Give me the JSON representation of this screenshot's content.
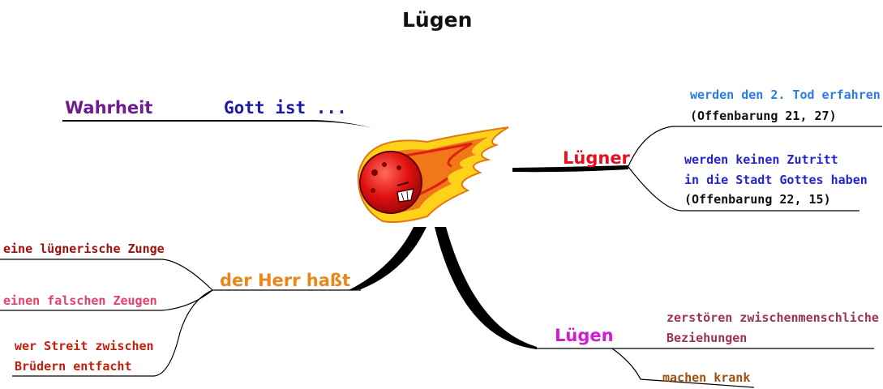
{
  "title": "Lügen",
  "colors": {
    "title": "#111111",
    "wahrheit": "#6d1d8f",
    "gott": "#1a1aa8",
    "luegner": "#e8101e",
    "herr": "#e8881a",
    "luegen": "#d21bd2",
    "tod": "#2a7de6",
    "zutritt": "#2424d0",
    "ref": "#111111",
    "zunge": "#a01010",
    "zeugen": "#e8406a",
    "streit": "#c0200c",
    "zerstoeren": "#9c3258",
    "krank": "#a0500c",
    "line": "#000000",
    "flame_outer": "#ffd21a",
    "flame_inner": "#e02010",
    "ball": "#e01010"
  },
  "nodes": {
    "wahrheit": "Wahrheit",
    "gott": "Gott ist ...",
    "luegner": "Lügner",
    "herr": "der Herr haßt",
    "luegen": "Lügen"
  },
  "leaves": {
    "tod": "werden den 2. Tod erfahren",
    "ref1": "(Offenbarung 21, 27)",
    "zutritt1": "werden keinen Zutritt",
    "zutritt2": "in die Stadt Gottes haben",
    "ref2": "(Offenbarung 22, 15)",
    "zunge": "eine lügnerische Zunge",
    "zeugen": "einen falschen Zeugen",
    "streit1": "wer Streit zwischen",
    "streit2": "Brüdern entfacht",
    "zerstoeren1": "zerstören zwischenmenschliche",
    "zerstoeren2": "Beziehungen",
    "krank": "machen krank"
  },
  "central_image": "comet-icon"
}
